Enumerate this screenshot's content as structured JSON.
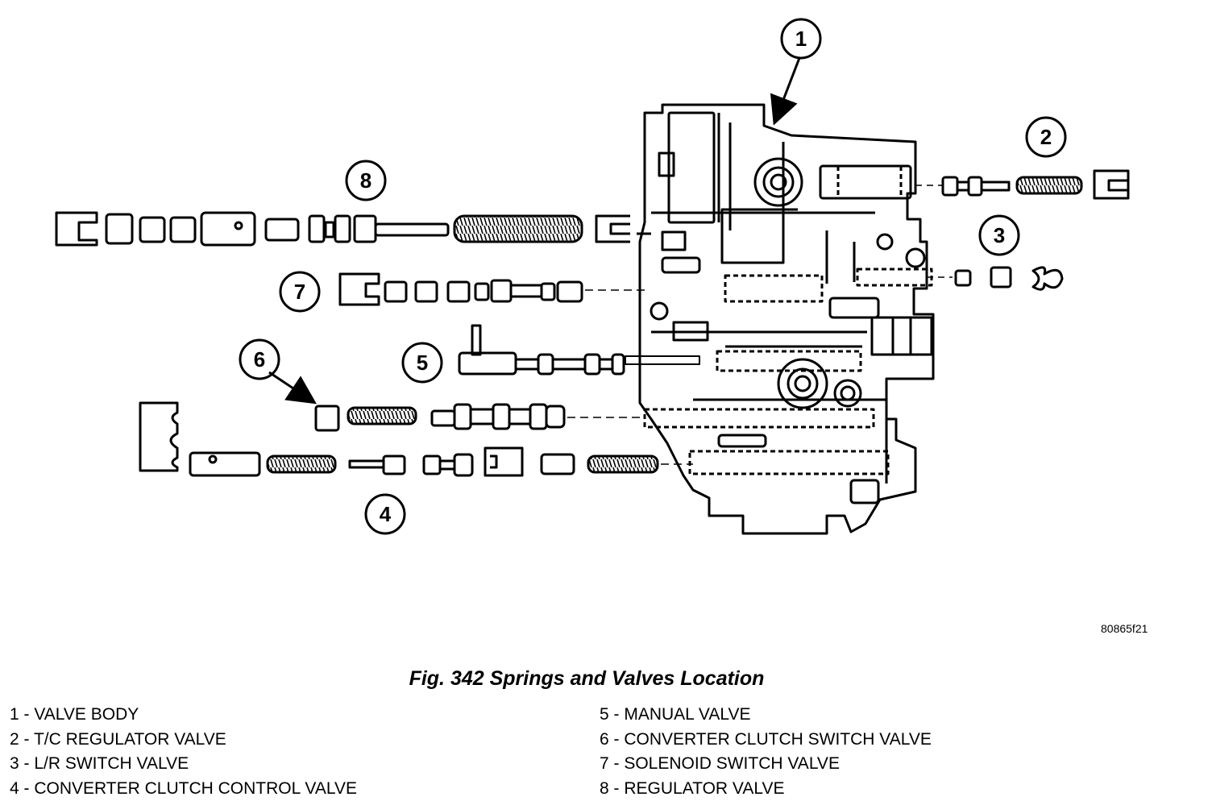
{
  "figure": {
    "caption": "Fig. 342 Springs and Valves Location",
    "ref_code": "80865f21"
  },
  "callouts": [
    "1",
    "2",
    "3",
    "4",
    "5",
    "6",
    "7",
    "8"
  ],
  "legend": {
    "left": [
      "1 - VALVE BODY",
      "2 - T/C REGULATOR VALVE",
      "3 - L/R SWITCH VALVE",
      "4 - CONVERTER CLUTCH CONTROL VALVE"
    ],
    "right": [
      "5 - MANUAL VALVE",
      "6 - CONVERTER CLUTCH SWITCH VALVE",
      "7 - SOLENOID SWITCH VALVE",
      "8 - REGULATOR VALVE"
    ]
  }
}
